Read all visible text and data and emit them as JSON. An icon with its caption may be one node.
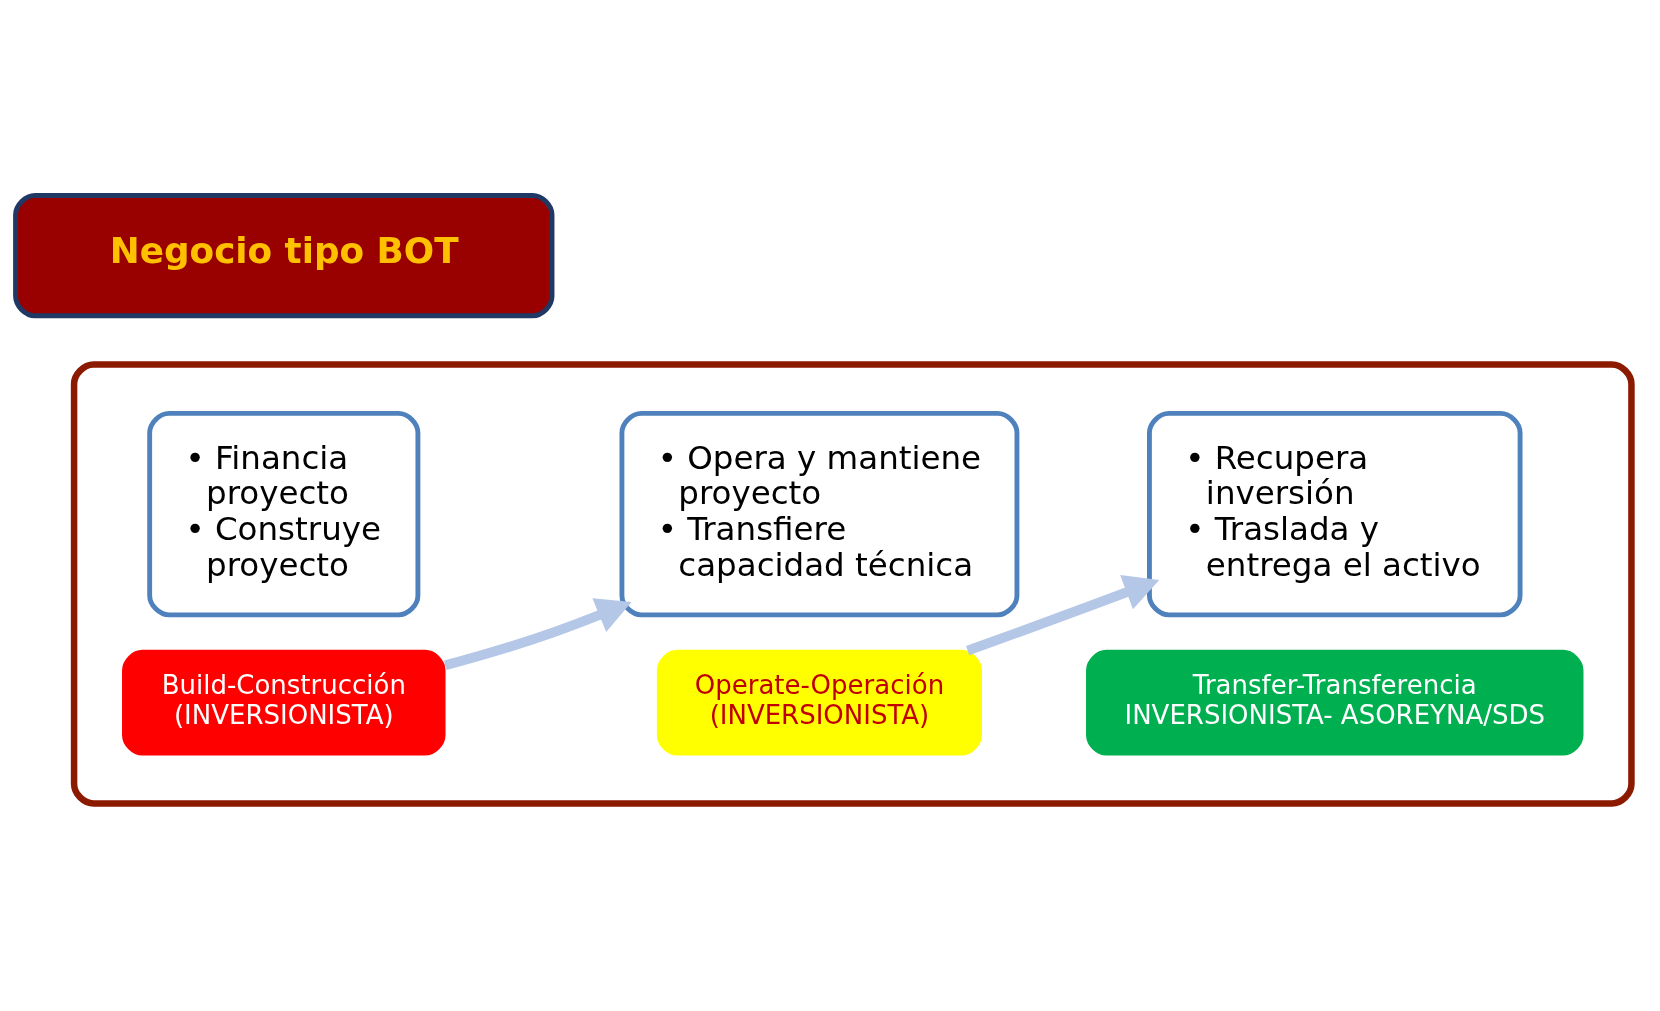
{
  "diagram": {
    "nodes": [
      {
        "text": [],
        "shape": "box"
      },
      {
        "text": [
          "• Financia proyecto",
          "• Construye proyecto"
        ],
        "in": 0
      },
      {
        "text": [
          "Build-Construcción",
          "(INVERSIONISTA)"
        ],
        "in": 0
      },
      {
        "text": [
          "• Opera y mantiene proyecto",
          "• Transfiere capacidad técnica"
        ],
        "in": 0
      },
      {
        "text": [
          "Operate-Operación",
          "(INVERSIONISTA)"
        ],
        "in": 0
      },
      {
        "text": [
          "• Recupera inversión",
          "• Traslada y entrega el activo"
        ],
        "in": 0
      },
      {
        "text": [
          "Transfer-Transferencia",
          "INVERSIONISTA- ASOREYNA/SDS"
        ],
        "in": 0
      },
      {
        "text": [
          "Negocio tipo BOT"
        ]
      }
    ],
    "edges": [
      {
        "from": 2,
        "to": 3,
        "arrow": "to"
      },
      {
        "from": 4,
        "to": 5,
        "arrow": "to"
      }
    ]
  }
}
